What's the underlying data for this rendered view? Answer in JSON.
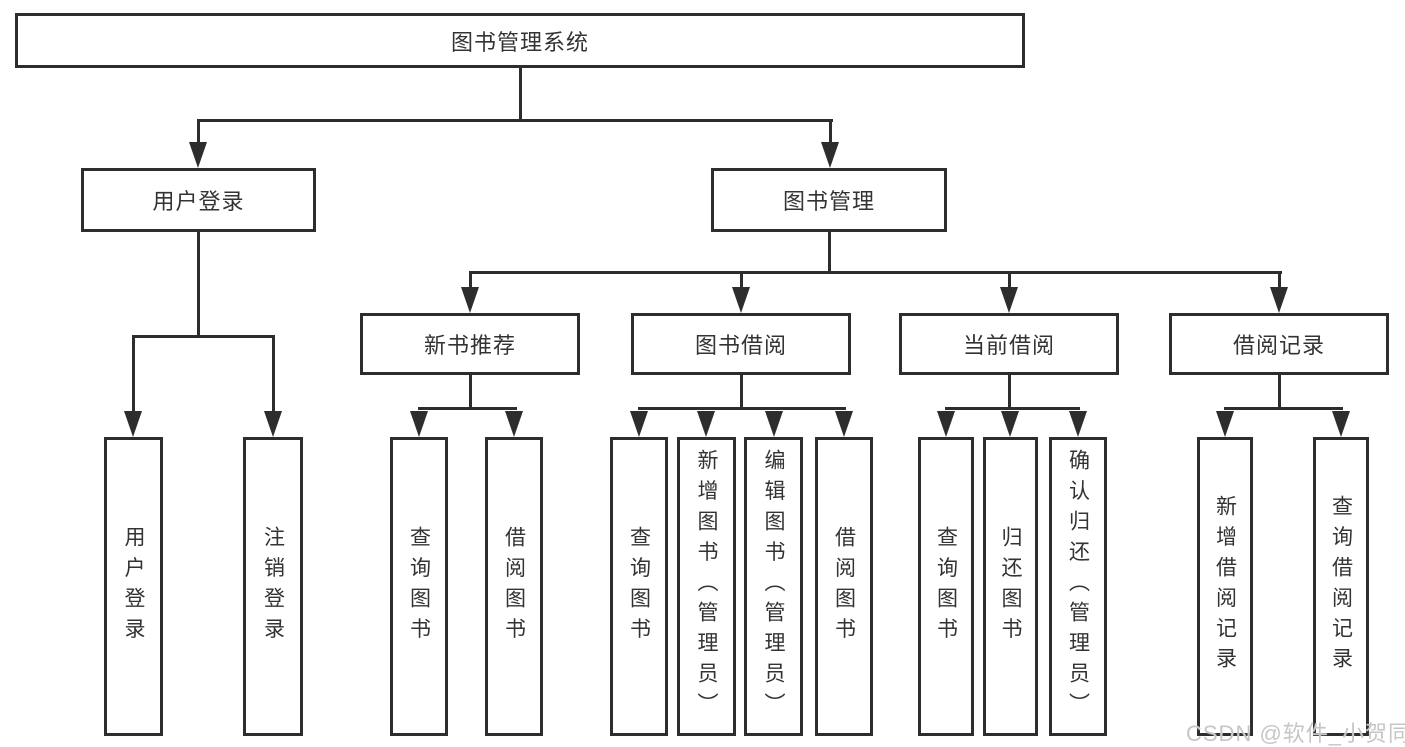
{
  "diagram": {
    "type": "hierarchy-tree",
    "title": "图书管理系统",
    "background_color": "#ffffff",
    "line_color": "#2d2d2d",
    "text_color": "#333333"
  },
  "nodes": {
    "root": {
      "label": "图书管理系统"
    },
    "user_login": {
      "label": "用户登录"
    },
    "book_mgmt": {
      "label": "图书管理"
    },
    "new_book_rec": {
      "label": "新书推荐"
    },
    "book_borrow": {
      "label": "图书借阅"
    },
    "current_borrow": {
      "label": "当前借阅"
    },
    "borrow_records": {
      "label": "借阅记录"
    },
    "leaf_user_login": {
      "label": "用户登录"
    },
    "leaf_logout": {
      "label": "注销登录"
    },
    "leaf_nb_query": {
      "label": "查询图书"
    },
    "leaf_nb_borrow": {
      "label": "借阅图书"
    },
    "leaf_bb_query": {
      "label": "查询图书"
    },
    "leaf_bb_add": {
      "label": "新增图书（管理员）"
    },
    "leaf_bb_edit": {
      "label": "编辑图书（管理员）"
    },
    "leaf_bb_borrow": {
      "label": "借阅图书"
    },
    "leaf_cb_query": {
      "label": "查询图书"
    },
    "leaf_cb_return": {
      "label": "归还图书"
    },
    "leaf_cb_confirm": {
      "label": "确认归还（管理员）"
    },
    "leaf_br_add": {
      "label": "新增借阅记录"
    },
    "leaf_br_query": {
      "label": "查询借阅记录"
    }
  },
  "hierarchy": {
    "图书管理系统": {
      "用户登录": [
        "用户登录",
        "注销登录"
      ],
      "图书管理": {
        "新书推荐": [
          "查询图书",
          "借阅图书"
        ],
        "图书借阅": [
          "查询图书",
          "新增图书（管理员）",
          "编辑图书（管理员）",
          "借阅图书"
        ],
        "当前借阅": [
          "查询图书",
          "归还图书",
          "确认归还（管理员）"
        ],
        "借阅记录": [
          "新增借阅记录",
          "查询借阅记录"
        ]
      }
    }
  },
  "watermark": {
    "text": "CSDN @软件_小贺同学",
    "color": "#c6c6c6"
  }
}
